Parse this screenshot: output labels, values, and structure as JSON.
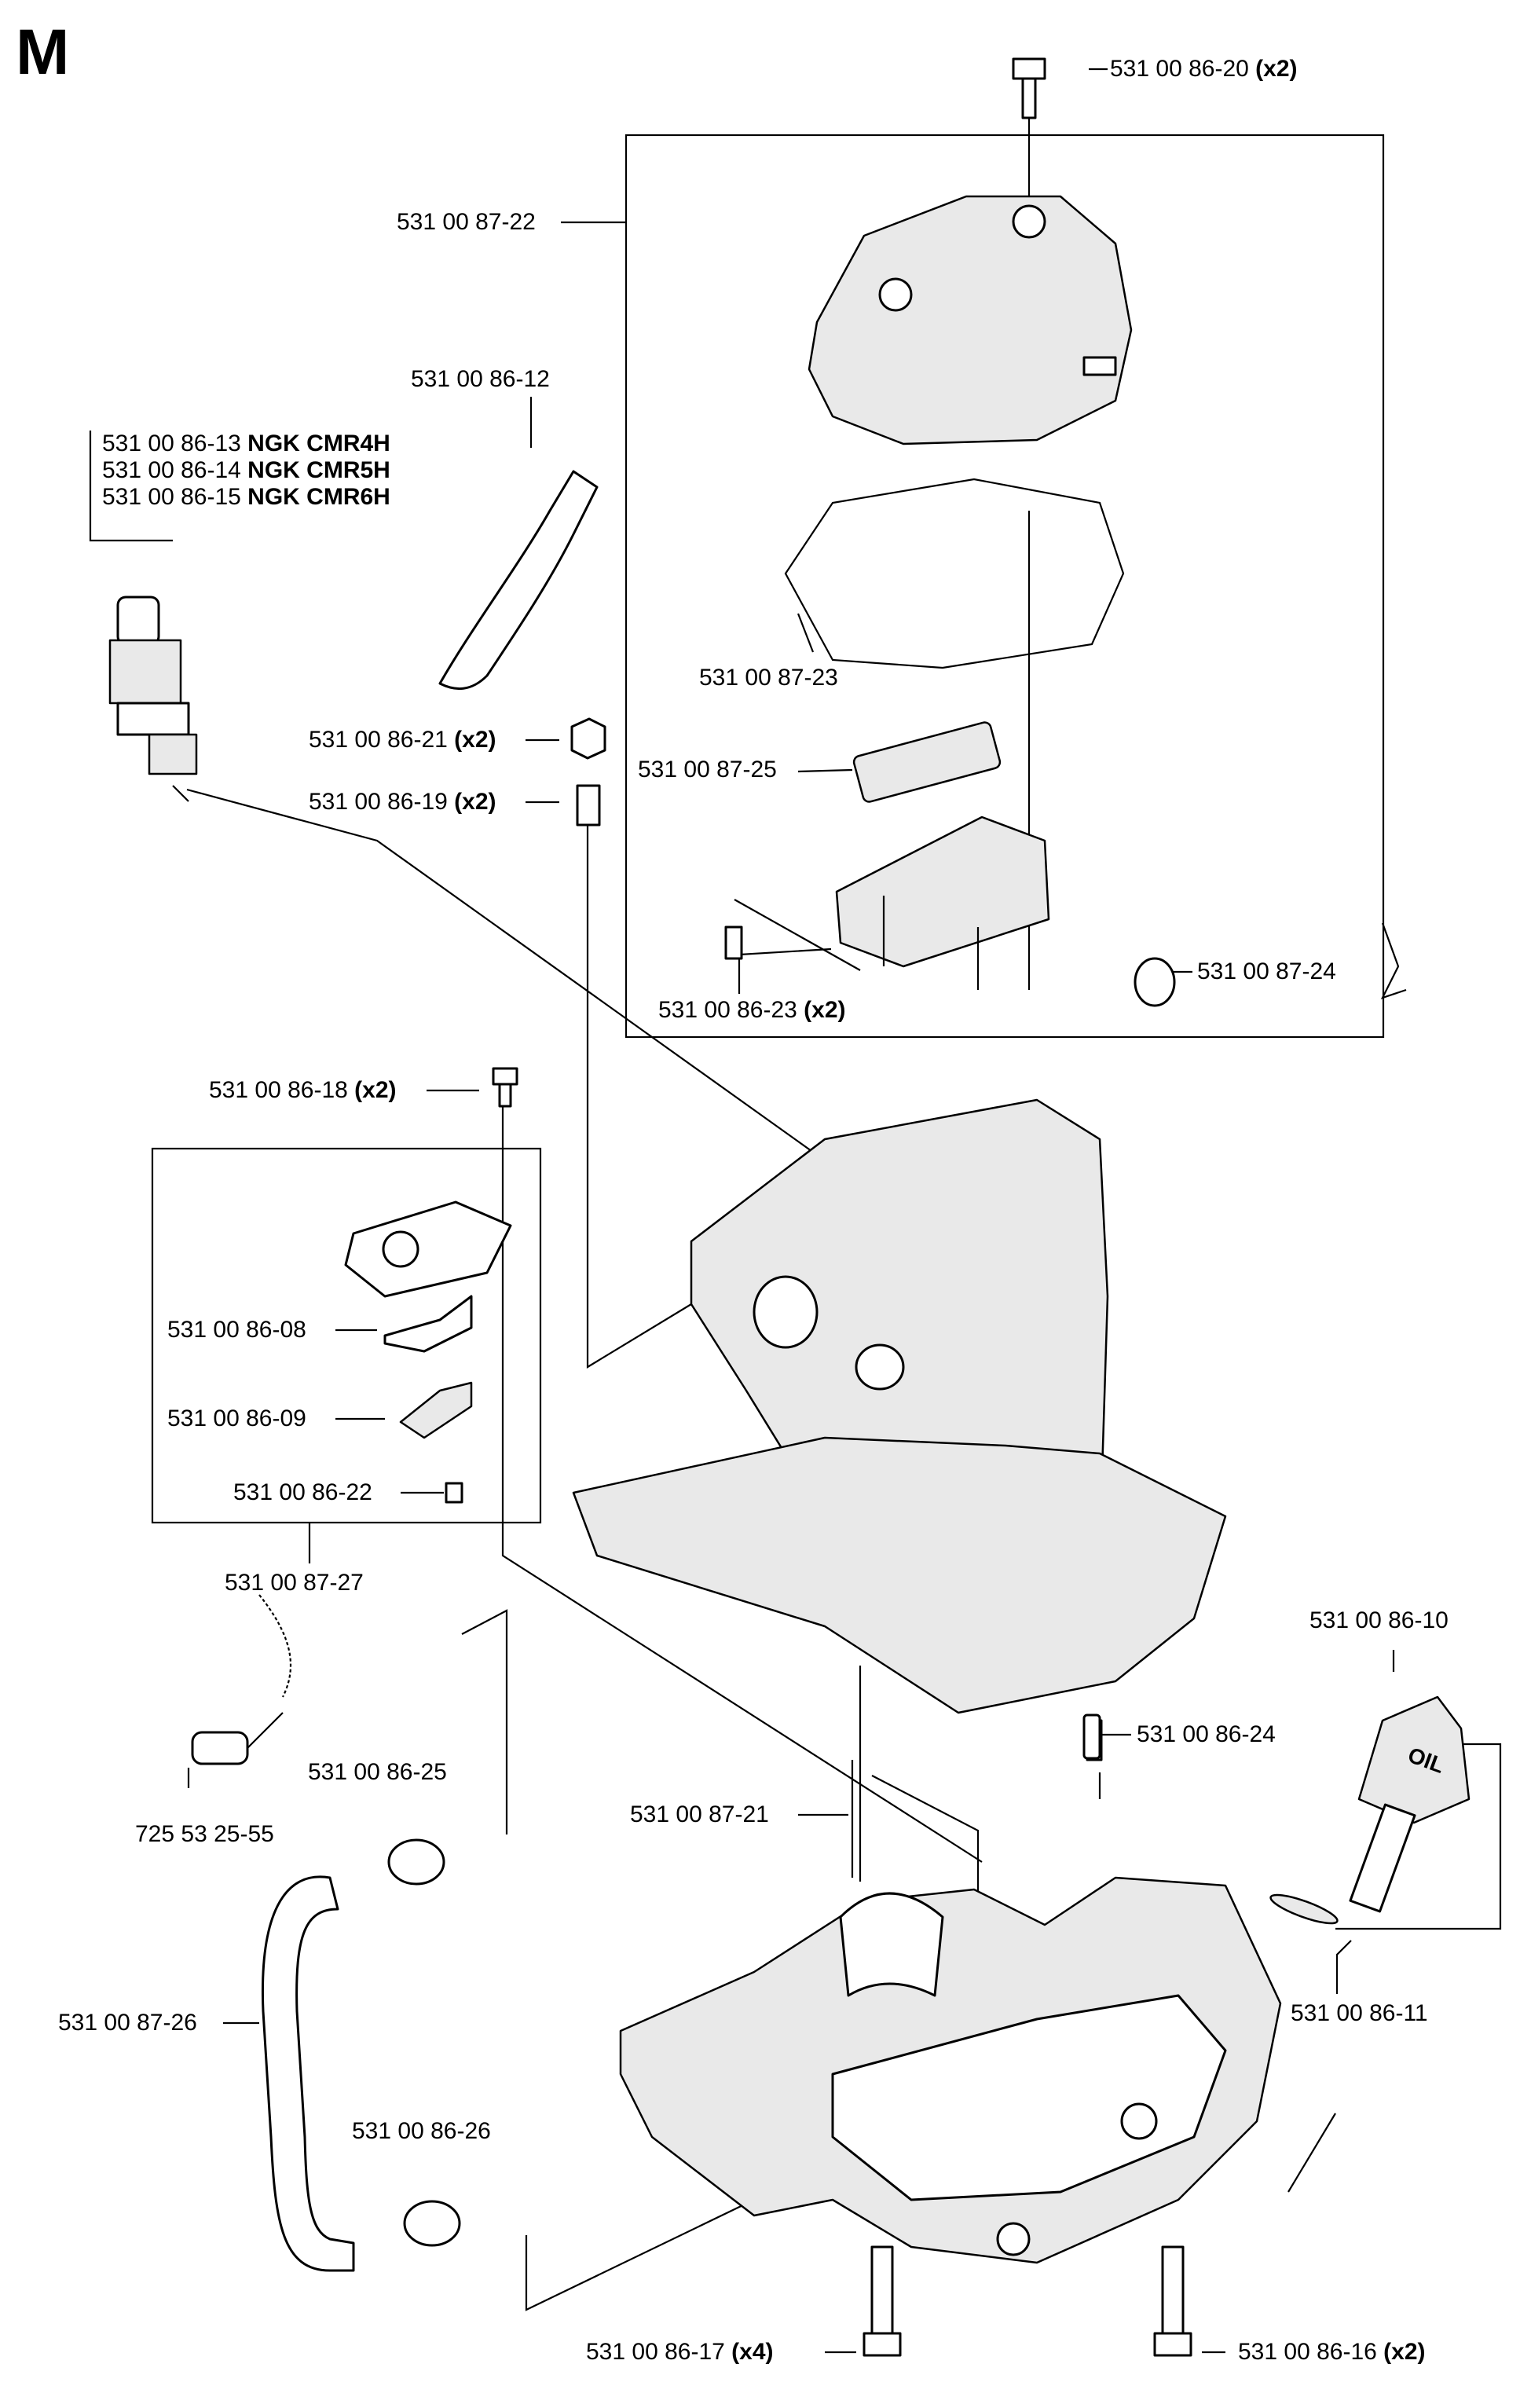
{
  "section_letter": "M",
  "parts": [
    {
      "id": "p-862020",
      "number": "531 00 86-20",
      "qty": "(x2)"
    },
    {
      "id": "p-878722",
      "number": "531 00 87-22",
      "qty": ""
    },
    {
      "id": "p-868612",
      "number": "531 00 86-12",
      "qty": ""
    },
    {
      "id": "p-878723",
      "number": "531 00 87-23",
      "qty": ""
    },
    {
      "id": "p-868621",
      "number": "531 00 86-21",
      "qty": "(x2)"
    },
    {
      "id": "p-878725",
      "number": "531 00 87-25",
      "qty": ""
    },
    {
      "id": "p-868619",
      "number": "531 00 86-19",
      "qty": "(x2)"
    },
    {
      "id": "p-868623",
      "number": "531 00 86-23",
      "qty": "(x2)"
    },
    {
      "id": "p-878724",
      "number": "531 00 87-24",
      "qty": ""
    },
    {
      "id": "p-868618",
      "number": "531 00 86-18",
      "qty": "(x2)"
    },
    {
      "id": "p-868608",
      "number": "531 00 86-08",
      "qty": ""
    },
    {
      "id": "p-868609",
      "number": "531 00 86-09",
      "qty": ""
    },
    {
      "id": "p-868622",
      "number": "531 00 86-22",
      "qty": ""
    },
    {
      "id": "p-878727",
      "number": "531 00 87-27",
      "qty": ""
    },
    {
      "id": "p-868610",
      "number": "531 00 86-10",
      "qty": ""
    },
    {
      "id": "p-868624",
      "number": "531 00 86-24",
      "qty": ""
    },
    {
      "id": "p-868625",
      "number": "531 00 86-25",
      "qty": ""
    },
    {
      "id": "p-7255325",
      "number": "725 53 25-55",
      "qty": ""
    },
    {
      "id": "p-878721",
      "number": "531 00 87-21",
      "qty": ""
    },
    {
      "id": "p-868611",
      "number": "531 00 86-11",
      "qty": ""
    },
    {
      "id": "p-878726",
      "number": "531 00 87-26",
      "qty": ""
    },
    {
      "id": "p-868626",
      "number": "531 00 86-26",
      "qty": ""
    },
    {
      "id": "p-868617",
      "number": "531 00 86-17",
      "qty": "(x4)"
    },
    {
      "id": "p-868616",
      "number": "531 00 86-16",
      "qty": "(x2)"
    }
  ],
  "spark_plug_options": [
    {
      "number": "531 00 86-13",
      "type": "NGK CMR4H"
    },
    {
      "number": "531 00 86-14",
      "type": "NGK CMR5H"
    },
    {
      "number": "531 00 86-15",
      "type": "NGK CMR6H"
    }
  ],
  "oil_cap_text": "OIL"
}
